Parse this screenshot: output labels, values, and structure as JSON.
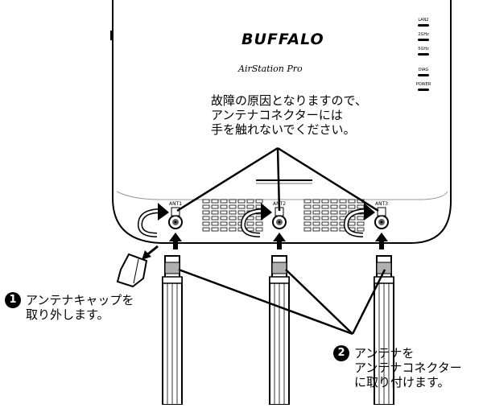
{
  "device": {
    "brand": "BUFFALO",
    "model": "AirStation Pro",
    "leds": [
      "LAN2",
      "2GHz",
      "5GHz",
      "DIAG",
      "POWER"
    ],
    "ports": [
      "ANT1",
      "ANT2",
      "ANT3"
    ]
  },
  "warning": {
    "lines": [
      "故障の原因となりますので、",
      "アンテナコネクターには",
      "手を触れないでください。"
    ]
  },
  "step1": {
    "number": "1",
    "lines": [
      "アンテナキャップを",
      "取り外します。"
    ]
  },
  "step2": {
    "number": "2",
    "lines": [
      "アンテナを",
      "アンテナコネクター",
      "に取り付けます。"
    ]
  },
  "colors": {
    "line": "#000000",
    "antenna": "#ffffff",
    "antenna_band": "#b0b0b0",
    "device": "#ffffff"
  }
}
